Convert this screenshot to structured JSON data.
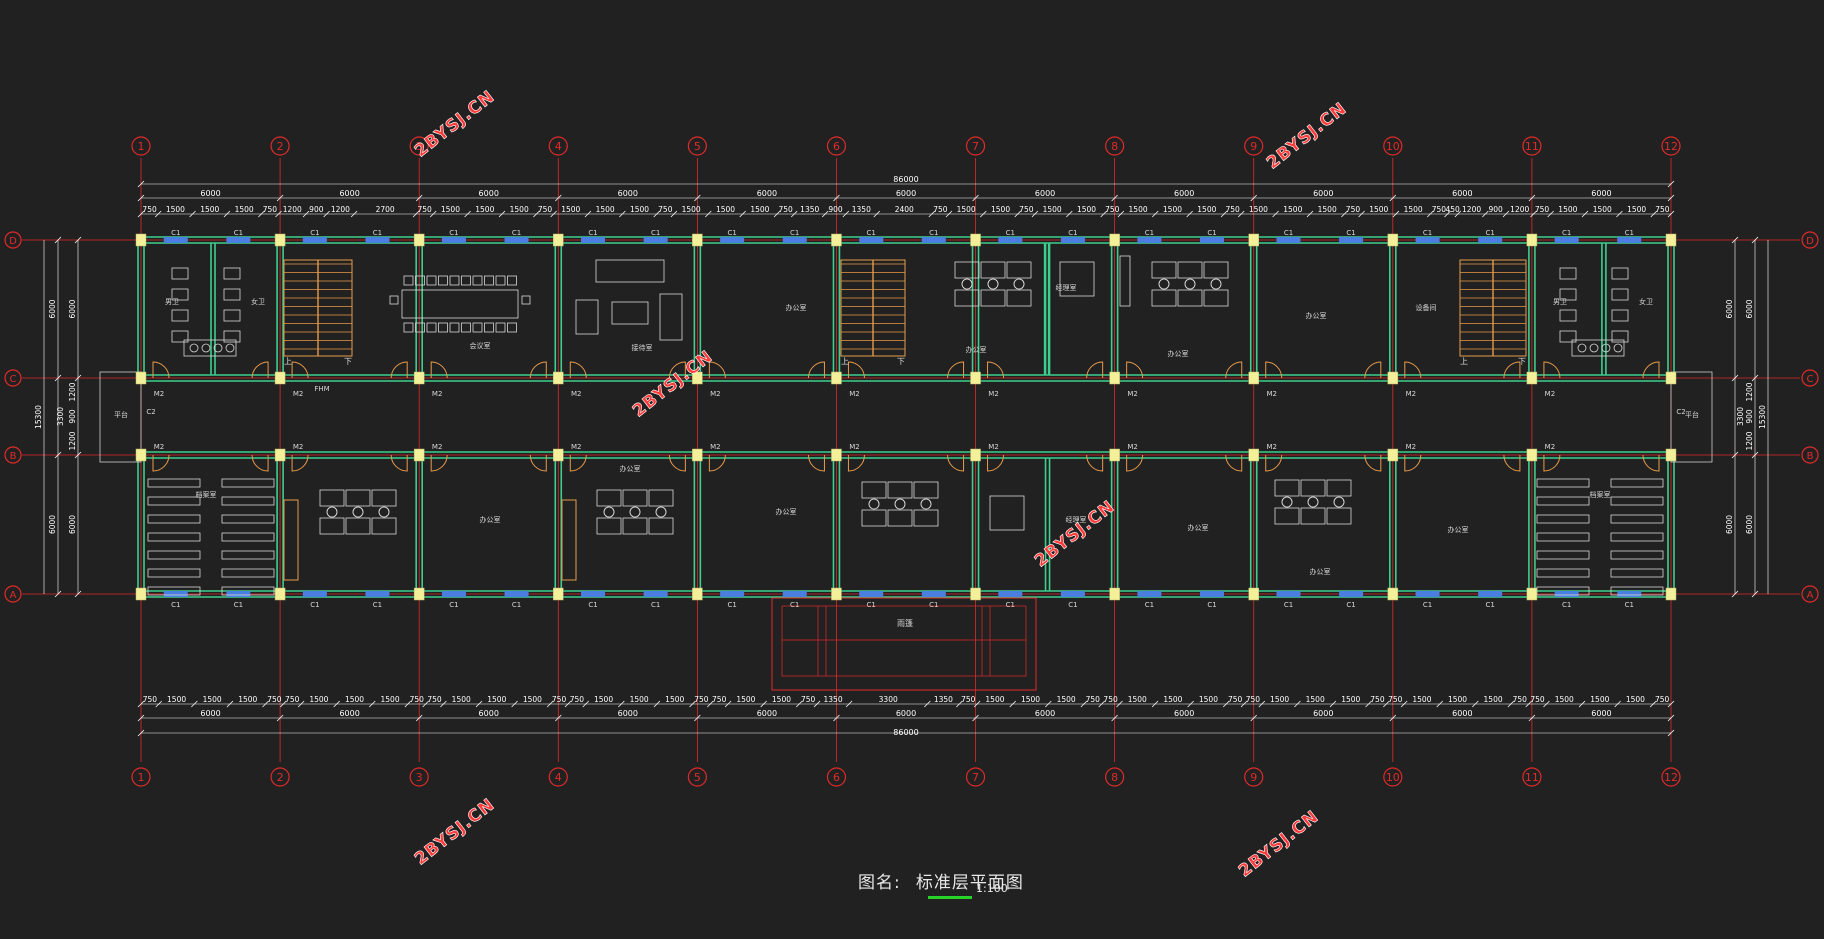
{
  "drawing": {
    "axis_numbers": [
      "1",
      "2",
      "3",
      "4",
      "5",
      "6",
      "7",
      "8",
      "9",
      "10",
      "11",
      "12"
    ],
    "axis_letters": [
      "D",
      "C",
      "B",
      "A"
    ],
    "overall_dimension": "86000",
    "bay_dimension": "6000",
    "building_depth": "15300",
    "depth_segments_left": [
      "6000",
      "1200",
      "900",
      "1200",
      "6000"
    ],
    "depth_corridor": "3300",
    "top_segments": [
      "750",
      "1500",
      "1500",
      "1500",
      "750",
      "1200",
      "900",
      "1200",
      "2700",
      "750",
      "1500",
      "1500",
      "1500",
      "750",
      "1500",
      "1500",
      "1500",
      "750",
      "1500",
      "1500",
      "1500",
      "750",
      "1350",
      "900",
      "1350",
      "2400",
      "750",
      "1500",
      "1500",
      "750",
      "1500",
      "1500",
      "750",
      "1500",
      "1500",
      "1500",
      "750",
      "1500",
      "1500",
      "1500",
      "750",
      "1500",
      "1500",
      "750",
      "450",
      "1200",
      "900",
      "1200",
      "750",
      "1500",
      "1500",
      "1500",
      "750"
    ],
    "bottom_segments": [
      "750",
      "1500",
      "1500",
      "1500",
      "750",
      "750",
      "1500",
      "1500",
      "1500",
      "750",
      "750",
      "1500",
      "1500",
      "1500",
      "750",
      "750",
      "1500",
      "1500",
      "1500",
      "750",
      "750",
      "1500",
      "1500",
      "750",
      "1350",
      "3300",
      "1350",
      "750",
      "1500",
      "1500",
      "1500",
      "750",
      "750",
      "1500",
      "1500",
      "1500",
      "750",
      "750",
      "1500",
      "1500",
      "1500",
      "750",
      "750",
      "1500",
      "1500",
      "1500",
      "750",
      "750",
      "1500",
      "1500",
      "1500",
      "750"
    ],
    "labels": {
      "window": "C1",
      "window2": "C2",
      "door": "M2",
      "fire_door": "FHM",
      "stair_up": "上",
      "stair_down": "下",
      "office": "办公室",
      "meeting": "会议室",
      "reception": "接待室",
      "toilet_m": "男卫",
      "toilet_f": "女卫",
      "archive": "档案室",
      "canopy": "雨篷",
      "platform": "平台",
      "equipment": "设备间",
      "manager": "经理室"
    },
    "watermark": "2BYSJ.CN",
    "title_label": "图名:",
    "title_name": "标准层平面图",
    "scale": "1:100",
    "colors": {
      "background": "#212121",
      "axis": "#e12a2a",
      "wall": "#3ccf8e",
      "dimension": "#ffffff",
      "stair": "#e89a4a",
      "furniture": "#d8d8d8",
      "column": "#f4f09a",
      "window": "#4a7fe0"
    }
  }
}
